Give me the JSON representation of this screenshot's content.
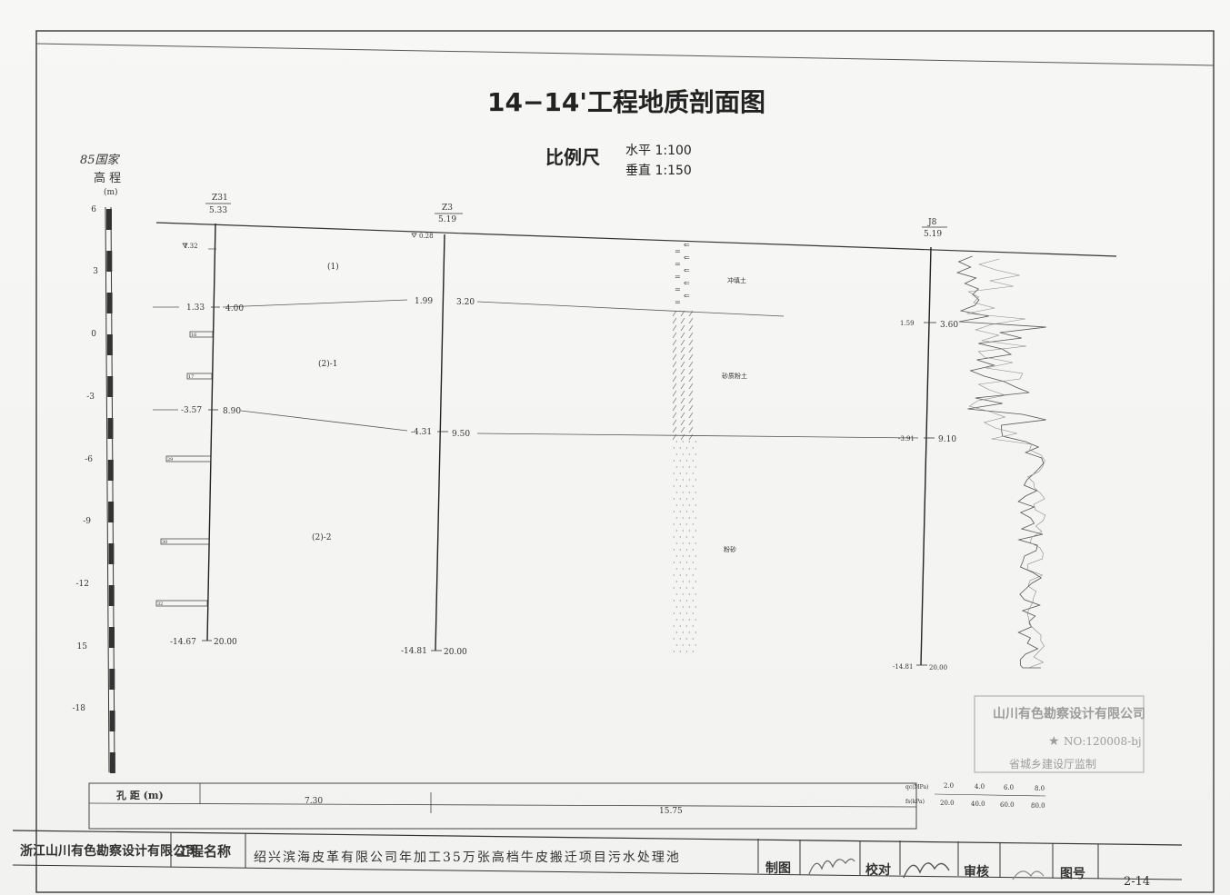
{
  "drawing": {
    "title": "14−14'工程地质剖面图",
    "scale_label": "比例尺",
    "scale_horizontal": "水平  1:100",
    "scale_vertical": "垂直  1:150"
  },
  "axis": {
    "label_line1": "85国家",
    "label_line2": "高  程",
    "unit": "(m)",
    "ticks": [
      "6",
      "3",
      "0",
      "-3",
      "-6",
      "-9",
      "-12",
      "15",
      "-18"
    ]
  },
  "boreholes": [
    {
      "id": "Z31",
      "elevation": "5.33",
      "water": "1.32",
      "top_label": "1.33",
      "top_depth": "4.00",
      "mid_label": "-3.57",
      "mid_depth": "8.90",
      "bottom_label": "-14.67",
      "bottom_depth": "20.00",
      "spt": [
        "16",
        "17",
        "29",
        "30",
        "32"
      ]
    },
    {
      "id": "Z3",
      "elevation": "5.19",
      "water": "0.28",
      "top_label": "1.99",
      "top_depth": "3.20",
      "mid_label": "-4.31",
      "mid_depth": "9.50",
      "bottom_label": "-14.81",
      "bottom_depth": "20.00"
    },
    {
      "id": "J8",
      "elevation": "5.19",
      "top_label": "1.59",
      "top_depth": "3.60",
      "mid_label": "-3.91",
      "mid_depth": "9.10",
      "bottom_label": "-14.81",
      "bottom_depth": "20.00"
    }
  ],
  "layers": {
    "l1": "(1)",
    "l21": "(2)-1",
    "l22": "(2)-2"
  },
  "soils": {
    "fill": "冲填土",
    "silt": "砂质粉土",
    "sand": "粉砂"
  },
  "distance": {
    "label": "孔  距  (m)",
    "d1": "7.30",
    "d2": "15.75"
  },
  "cpt_legend": {
    "qc_label": "qc(MPa)",
    "fs_label": "fs(kPa)",
    "qc_values": [
      "2.0",
      "4.0",
      "6.0",
      "8.0"
    ],
    "fs_values": [
      "20.0",
      "40.0",
      "60.0",
      "80.0"
    ]
  },
  "stamp": {
    "company": "山川有色勘察设计有限公司",
    "no": "NO:120008-bj",
    "dept": "省城乡建设厅监制"
  },
  "title_block": {
    "company": "浙江山川有色勘察设计有限公司",
    "project_label": "工程名称",
    "project_name": "绍兴滨海皮革有限公司年加工35万张高档牛皮搬迁项目污水处理池",
    "drawn_label": "制图",
    "check_label": "校对",
    "review_label": "审核",
    "drawing_no_label": "图号",
    "drawing_no": "2-14"
  }
}
